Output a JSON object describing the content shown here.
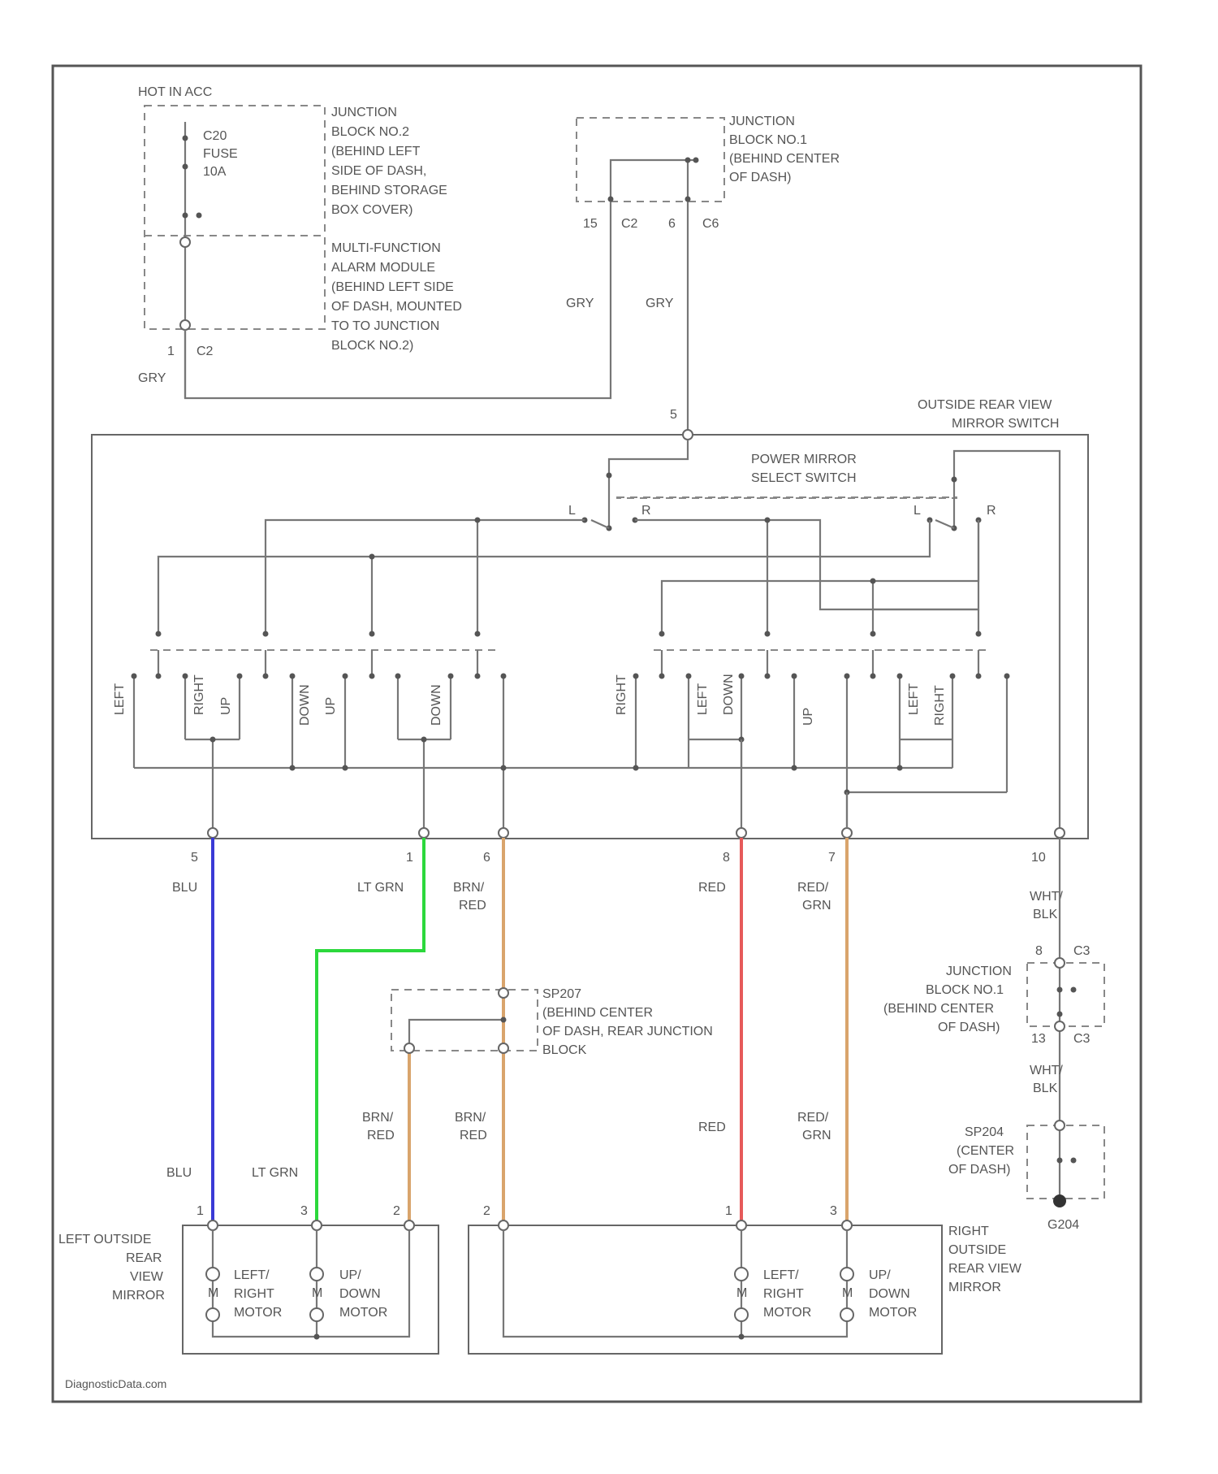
{
  "colors": {
    "BLU": "#3a3ad6",
    "LT_GRN": "#2cd83c",
    "BRN_RED": "#d9a46c",
    "RED": "#e65a5a",
    "RED_GRN": "#d9a46c",
    "wire": "#777777"
  },
  "top": {
    "hot_in_acc": "HOT IN ACC",
    "fuse": [
      "C20",
      "FUSE",
      "10A"
    ],
    "junction_block_2": [
      "JUNCTION",
      "BLOCK NO.2",
      "(BEHIND LEFT",
      "SIDE OF DASH,",
      "BEHIND STORAGE",
      "BOX COVER)"
    ],
    "multifunction_module": [
      "MULTI-FUNCTION",
      "ALARM MODULE",
      "(BEHIND LEFT SIDE",
      "OF DASH, MOUNTED",
      "TO TO JUNCTION",
      "BLOCK NO.2)"
    ],
    "pin_left": "1",
    "conn_left": "C2",
    "gry_left": "GRY",
    "junction_block_1": [
      "JUNCTION",
      "BLOCK NO.1",
      "(BEHIND CENTER",
      "OF DASH)"
    ],
    "jb1_pins": [
      "15",
      "C2",
      "6",
      "C6"
    ],
    "gry_mid_a": "GRY",
    "gry_mid_b": "GRY"
  },
  "switch": {
    "title": [
      "OUTSIDE REAR VIEW",
      "MIRROR SWITCH"
    ],
    "pin_top": "5",
    "select_switch": [
      "POWER MIRROR",
      "SELECT SWITCH"
    ],
    "sel_l1": "L",
    "sel_r1": "R",
    "sel_l2": "L",
    "sel_r2": "R",
    "contacts": [
      "LEFT",
      "RIGHT",
      "UP",
      "DOWN",
      "UP",
      "DOWN",
      "RIGHT",
      "LEFT",
      "DOWN",
      "UP",
      "LEFT",
      "RIGHT"
    ]
  },
  "wires": {
    "w1": {
      "pin": "5",
      "color_label": "BLU"
    },
    "w2": {
      "pin": "1",
      "color_label": "LT GRN"
    },
    "w3": {
      "pin": "6",
      "color_label": [
        "BRN/",
        "RED"
      ]
    },
    "w4": {
      "pin": "8",
      "color_label": "RED"
    },
    "w5": {
      "pin": "7",
      "color_label": [
        "RED/",
        "GRN"
      ]
    },
    "w6": {
      "pin": "10",
      "color_label": [
        "WHT/",
        "BLK"
      ]
    }
  },
  "bottom": {
    "sp207": [
      "SP207",
      "(BEHIND CENTER",
      "OF DASH, REAR JUNCTION",
      "BLOCK"
    ],
    "brn_red_a": [
      "BRN/",
      "RED"
    ],
    "brn_red_b": [
      "BRN/",
      "RED"
    ],
    "red_lower": "RED",
    "red_grn_lower": [
      "RED/",
      "GRN"
    ],
    "blu_lower": "BLU",
    "lt_grn_lower": "LT GRN",
    "jb1_right": [
      "JUNCTION",
      "BLOCK NO.1",
      "(BEHIND CENTER",
      "OF DASH)"
    ],
    "jb1_right_pins": [
      "8",
      "C3",
      "13",
      "C3"
    ],
    "wht_blk": [
      "WHT/",
      "BLK"
    ],
    "sp204": [
      "SP204",
      "(CENTER",
      "OF DASH)"
    ],
    "ground": "G204",
    "left_mirror": [
      "LEFT OUTSIDE",
      "REAR",
      "VIEW",
      "MIRROR"
    ],
    "left_pins": [
      "1",
      "3",
      "2"
    ],
    "right_mirror": [
      "RIGHT",
      "OUTSIDE",
      "REAR VIEW",
      "MIRROR"
    ],
    "right_pins": [
      "2",
      "1",
      "3"
    ],
    "motor_lr": [
      "LEFT/",
      "RIGHT",
      "MOTOR"
    ],
    "motor_ud": [
      "UP/",
      "DOWN",
      "MOTOR"
    ],
    "motor_lr2": [
      "LEFT/",
      "RIGHT",
      "MOTOR"
    ],
    "motor_ud2": [
      "UP/",
      "DOWN",
      "MOTOR"
    ],
    "m": "M"
  },
  "footer": {
    "watermark": "DiagnosticData.com"
  }
}
